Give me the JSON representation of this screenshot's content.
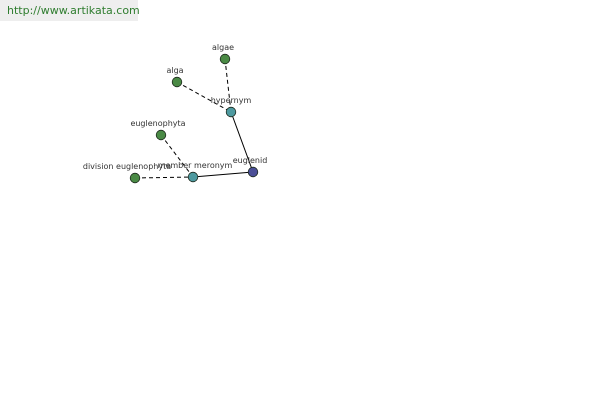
{
  "source_link": "http://www.artikata.com",
  "colors": {
    "leaf": "#4a8a45",
    "relation": "#4e9aa0",
    "root": "#4b4f97",
    "edge": "#000000",
    "link": "#2f7d2f",
    "url_bg": "#eeeeee"
  },
  "nodes": [
    {
      "id": "algae",
      "label": "algae",
      "kind": "leaf"
    },
    {
      "id": "alga",
      "label": "alga",
      "kind": "leaf"
    },
    {
      "id": "hypernym",
      "label": "hypernym",
      "kind": "relation"
    },
    {
      "id": "euglenophyta",
      "label": "euglenophyta",
      "kind": "leaf"
    },
    {
      "id": "division-euglenophyta",
      "label": "division euglenophyta",
      "kind": "leaf"
    },
    {
      "id": "member-meronym",
      "label": "member meronym",
      "kind": "relation"
    },
    {
      "id": "euglenid",
      "label": "euglenid",
      "kind": "root"
    }
  ],
  "edges": [
    {
      "from": "algae",
      "to": "hypernym",
      "style": "dashed"
    },
    {
      "from": "alga",
      "to": "hypernym",
      "style": "dashed"
    },
    {
      "from": "hypernym",
      "to": "euglenid",
      "style": "solid"
    },
    {
      "from": "euglenophyta",
      "to": "member-meronym",
      "style": "dashed"
    },
    {
      "from": "division-euglenophyta",
      "to": "member-meronym",
      "style": "dashed"
    },
    {
      "from": "member-meronym",
      "to": "euglenid",
      "style": "solid"
    }
  ]
}
